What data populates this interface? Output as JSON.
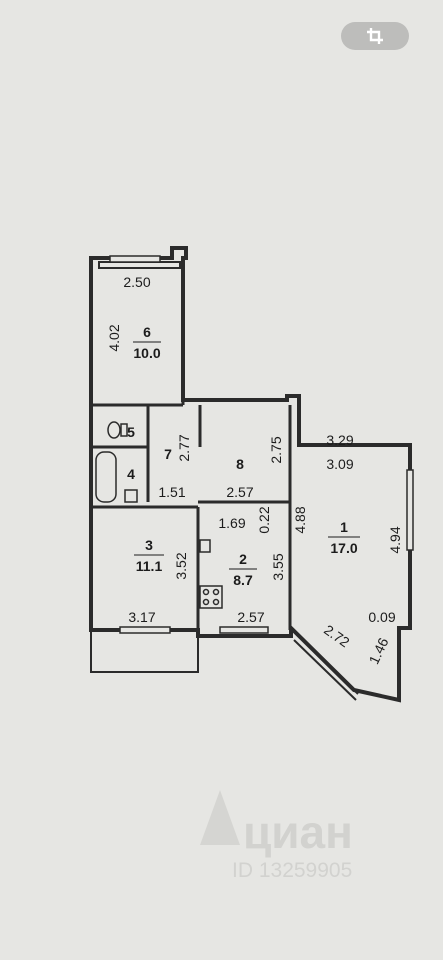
{
  "toolbar": {
    "crop_icon": "crop-icon"
  },
  "rooms": [
    {
      "number": "6",
      "area": "10.0"
    },
    {
      "number": "5",
      "area": ""
    },
    {
      "number": "4",
      "area": ""
    },
    {
      "number": "7",
      "area": ""
    },
    {
      "number": "8",
      "area": ""
    },
    {
      "number": "3",
      "area": "11.1"
    },
    {
      "number": "2",
      "area": "8.7"
    },
    {
      "number": "1",
      "area": "17.0"
    }
  ],
  "dimensions": {
    "r6_width": "2.50",
    "r6_length": "4.02",
    "r7_length": "2.77",
    "r7_width": "1.51",
    "r8_length": "2.75",
    "r8_width": "2.57",
    "r1_top_outer": "3.29",
    "r1_top_inner": "3.09",
    "r1_left": "4.88",
    "r1_right": "4.94",
    "r1_small": "0.09",
    "bay_diag": "2.72",
    "bay_side": "1.46",
    "r2_top": "1.69",
    "r2_small": "0.22",
    "r2_right": "3.55",
    "r2_bottom": "2.57",
    "r3_right": "3.52",
    "r3_bottom": "3.17"
  },
  "watermark": {
    "brand": "циан",
    "id_text": "ID 13259905"
  }
}
